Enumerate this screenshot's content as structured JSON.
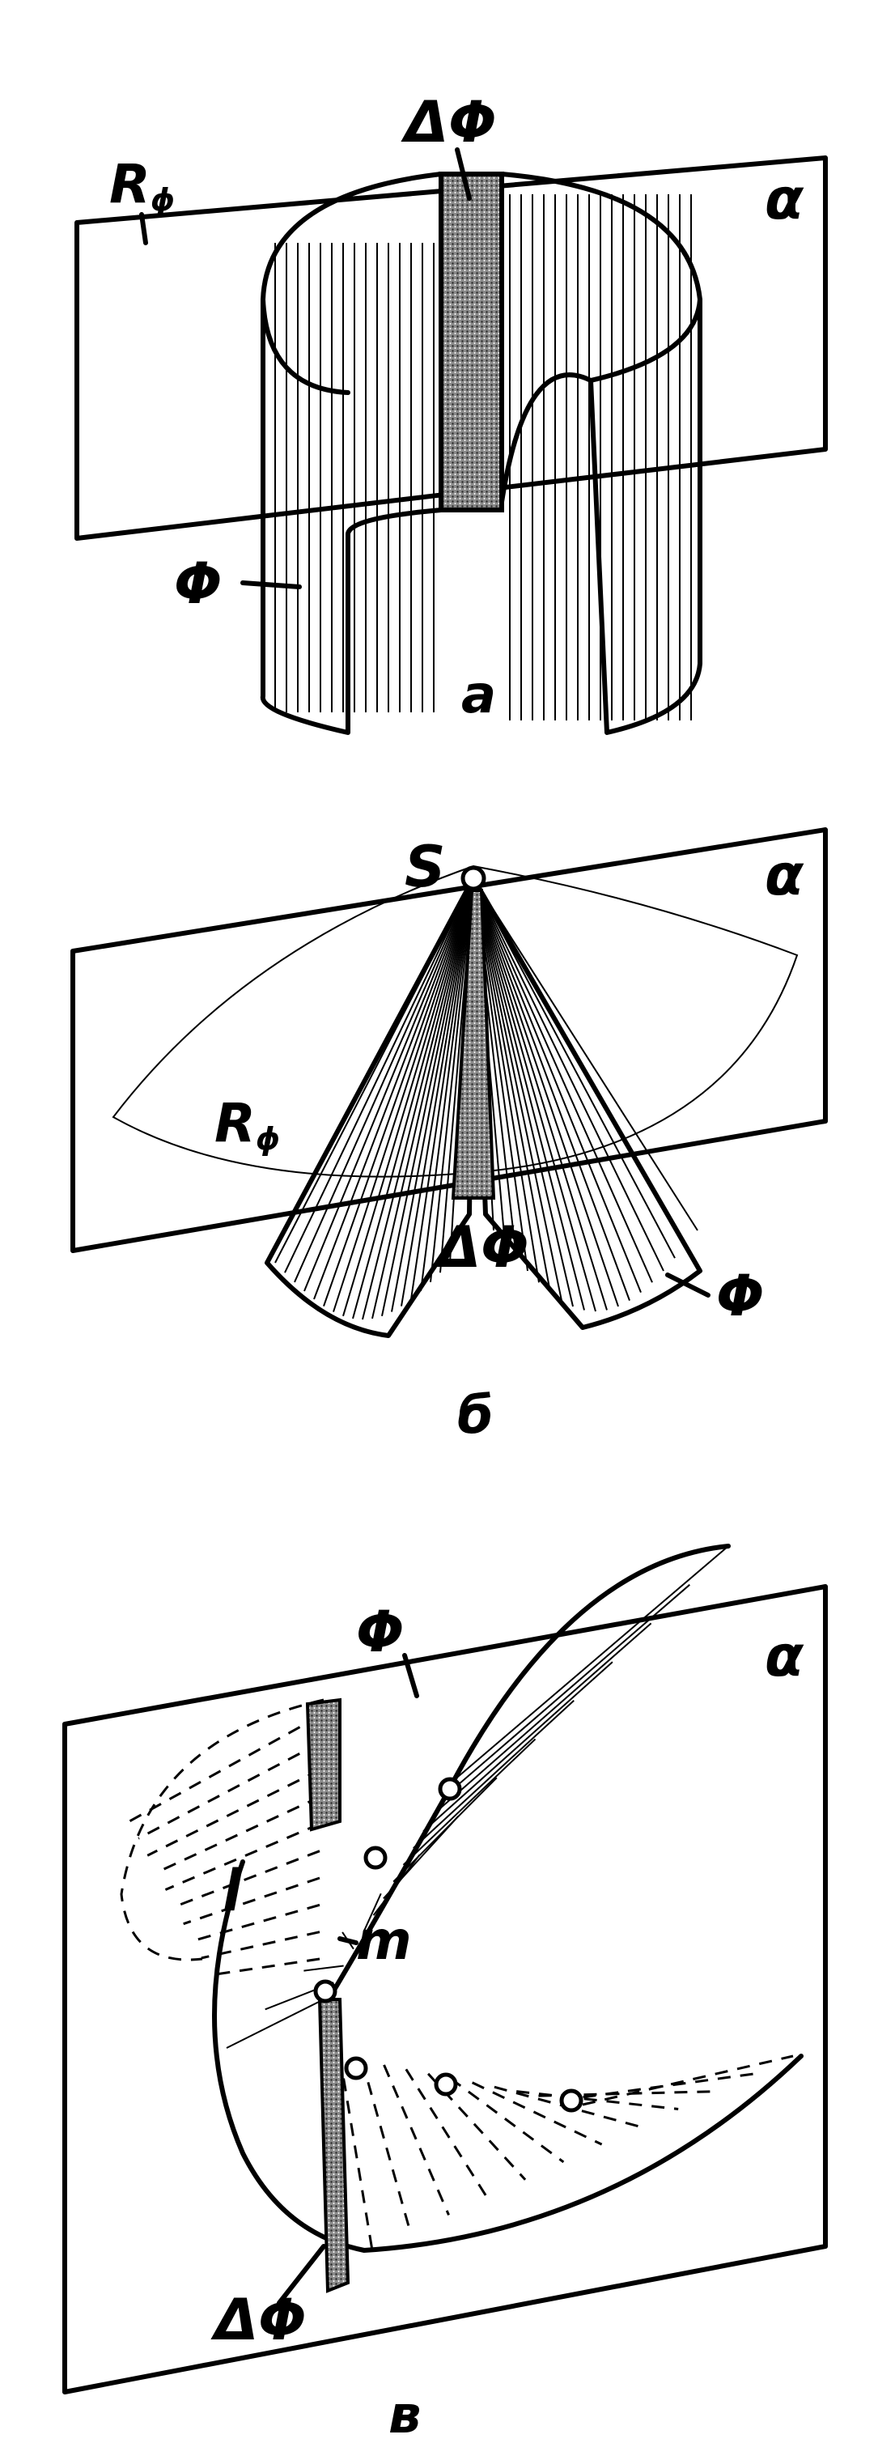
{
  "panel_a": {
    "plane_label": "α",
    "section_label": "R",
    "section_subscript": "ϕ",
    "gap_label": "ΔΦ",
    "surface_label": "Φ",
    "caption": "а"
  },
  "panel_b": {
    "vertex_label": "S",
    "plane_label": "α",
    "section_label": "R",
    "section_subscript": "ϕ",
    "gap_label": "ΔΦ",
    "surface_label": "Φ",
    "caption": "б"
  },
  "panel_c": {
    "surface_label": "Φ",
    "plane_label": "α",
    "line_l_label": "l",
    "line_m_label": "m",
    "gap_label": "ΔΦ",
    "caption": "в"
  },
  "colors": {
    "ink": "#000000",
    "paper": "#ffffff",
    "stipple": "#6e6e6e"
  }
}
